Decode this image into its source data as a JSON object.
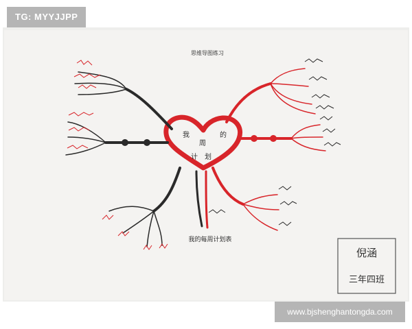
{
  "watermark_top": "TG: MYYJJPP",
  "watermark_bottom": "www.bjshenghantongda.com",
  "drawing": {
    "title": "思维导图练习",
    "center_text": [
      "我",
      "的",
      "周",
      "计",
      "划"
    ],
    "caption": "我的每周计划表",
    "signature": {
      "name": "倪涵",
      "class": "三年四班"
    },
    "colors": {
      "red": "#d8252a",
      "black": "#2a2a2a",
      "paper": "#f4f3f1"
    }
  }
}
